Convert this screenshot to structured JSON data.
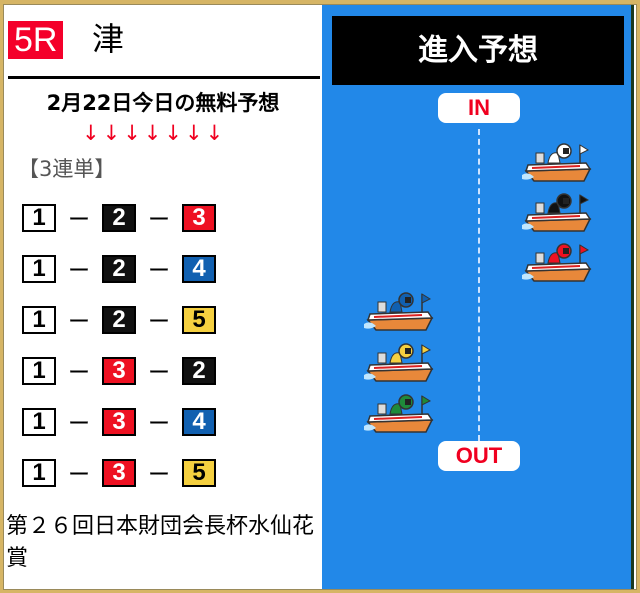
{
  "race": {
    "number": "5R",
    "venue": "津"
  },
  "headline": "2月22日今日の無料予想",
  "arrows": "↓↓↓↓↓↓↓",
  "bet_type": "【3連単】",
  "combos": [
    [
      "1",
      "2",
      "3"
    ],
    [
      "1",
      "2",
      "4"
    ],
    [
      "1",
      "2",
      "5"
    ],
    [
      "1",
      "3",
      "2"
    ],
    [
      "1",
      "3",
      "4"
    ],
    [
      "1",
      "3",
      "5"
    ]
  ],
  "dash": "ー",
  "race_name": "第２６回日本財団会長杯水仙花賞",
  "entry": {
    "title": "進入予想",
    "in_label": "IN",
    "out_label": "OUT"
  },
  "boat_colors": {
    "1": "#ffffff",
    "2": "#111111",
    "3": "#ee1122",
    "4": "#1160b0",
    "5": "#f5d040",
    "6": "#1f8a3a"
  },
  "boat_order": [
    "1",
    "2",
    "3",
    "4",
    "5",
    "6"
  ]
}
